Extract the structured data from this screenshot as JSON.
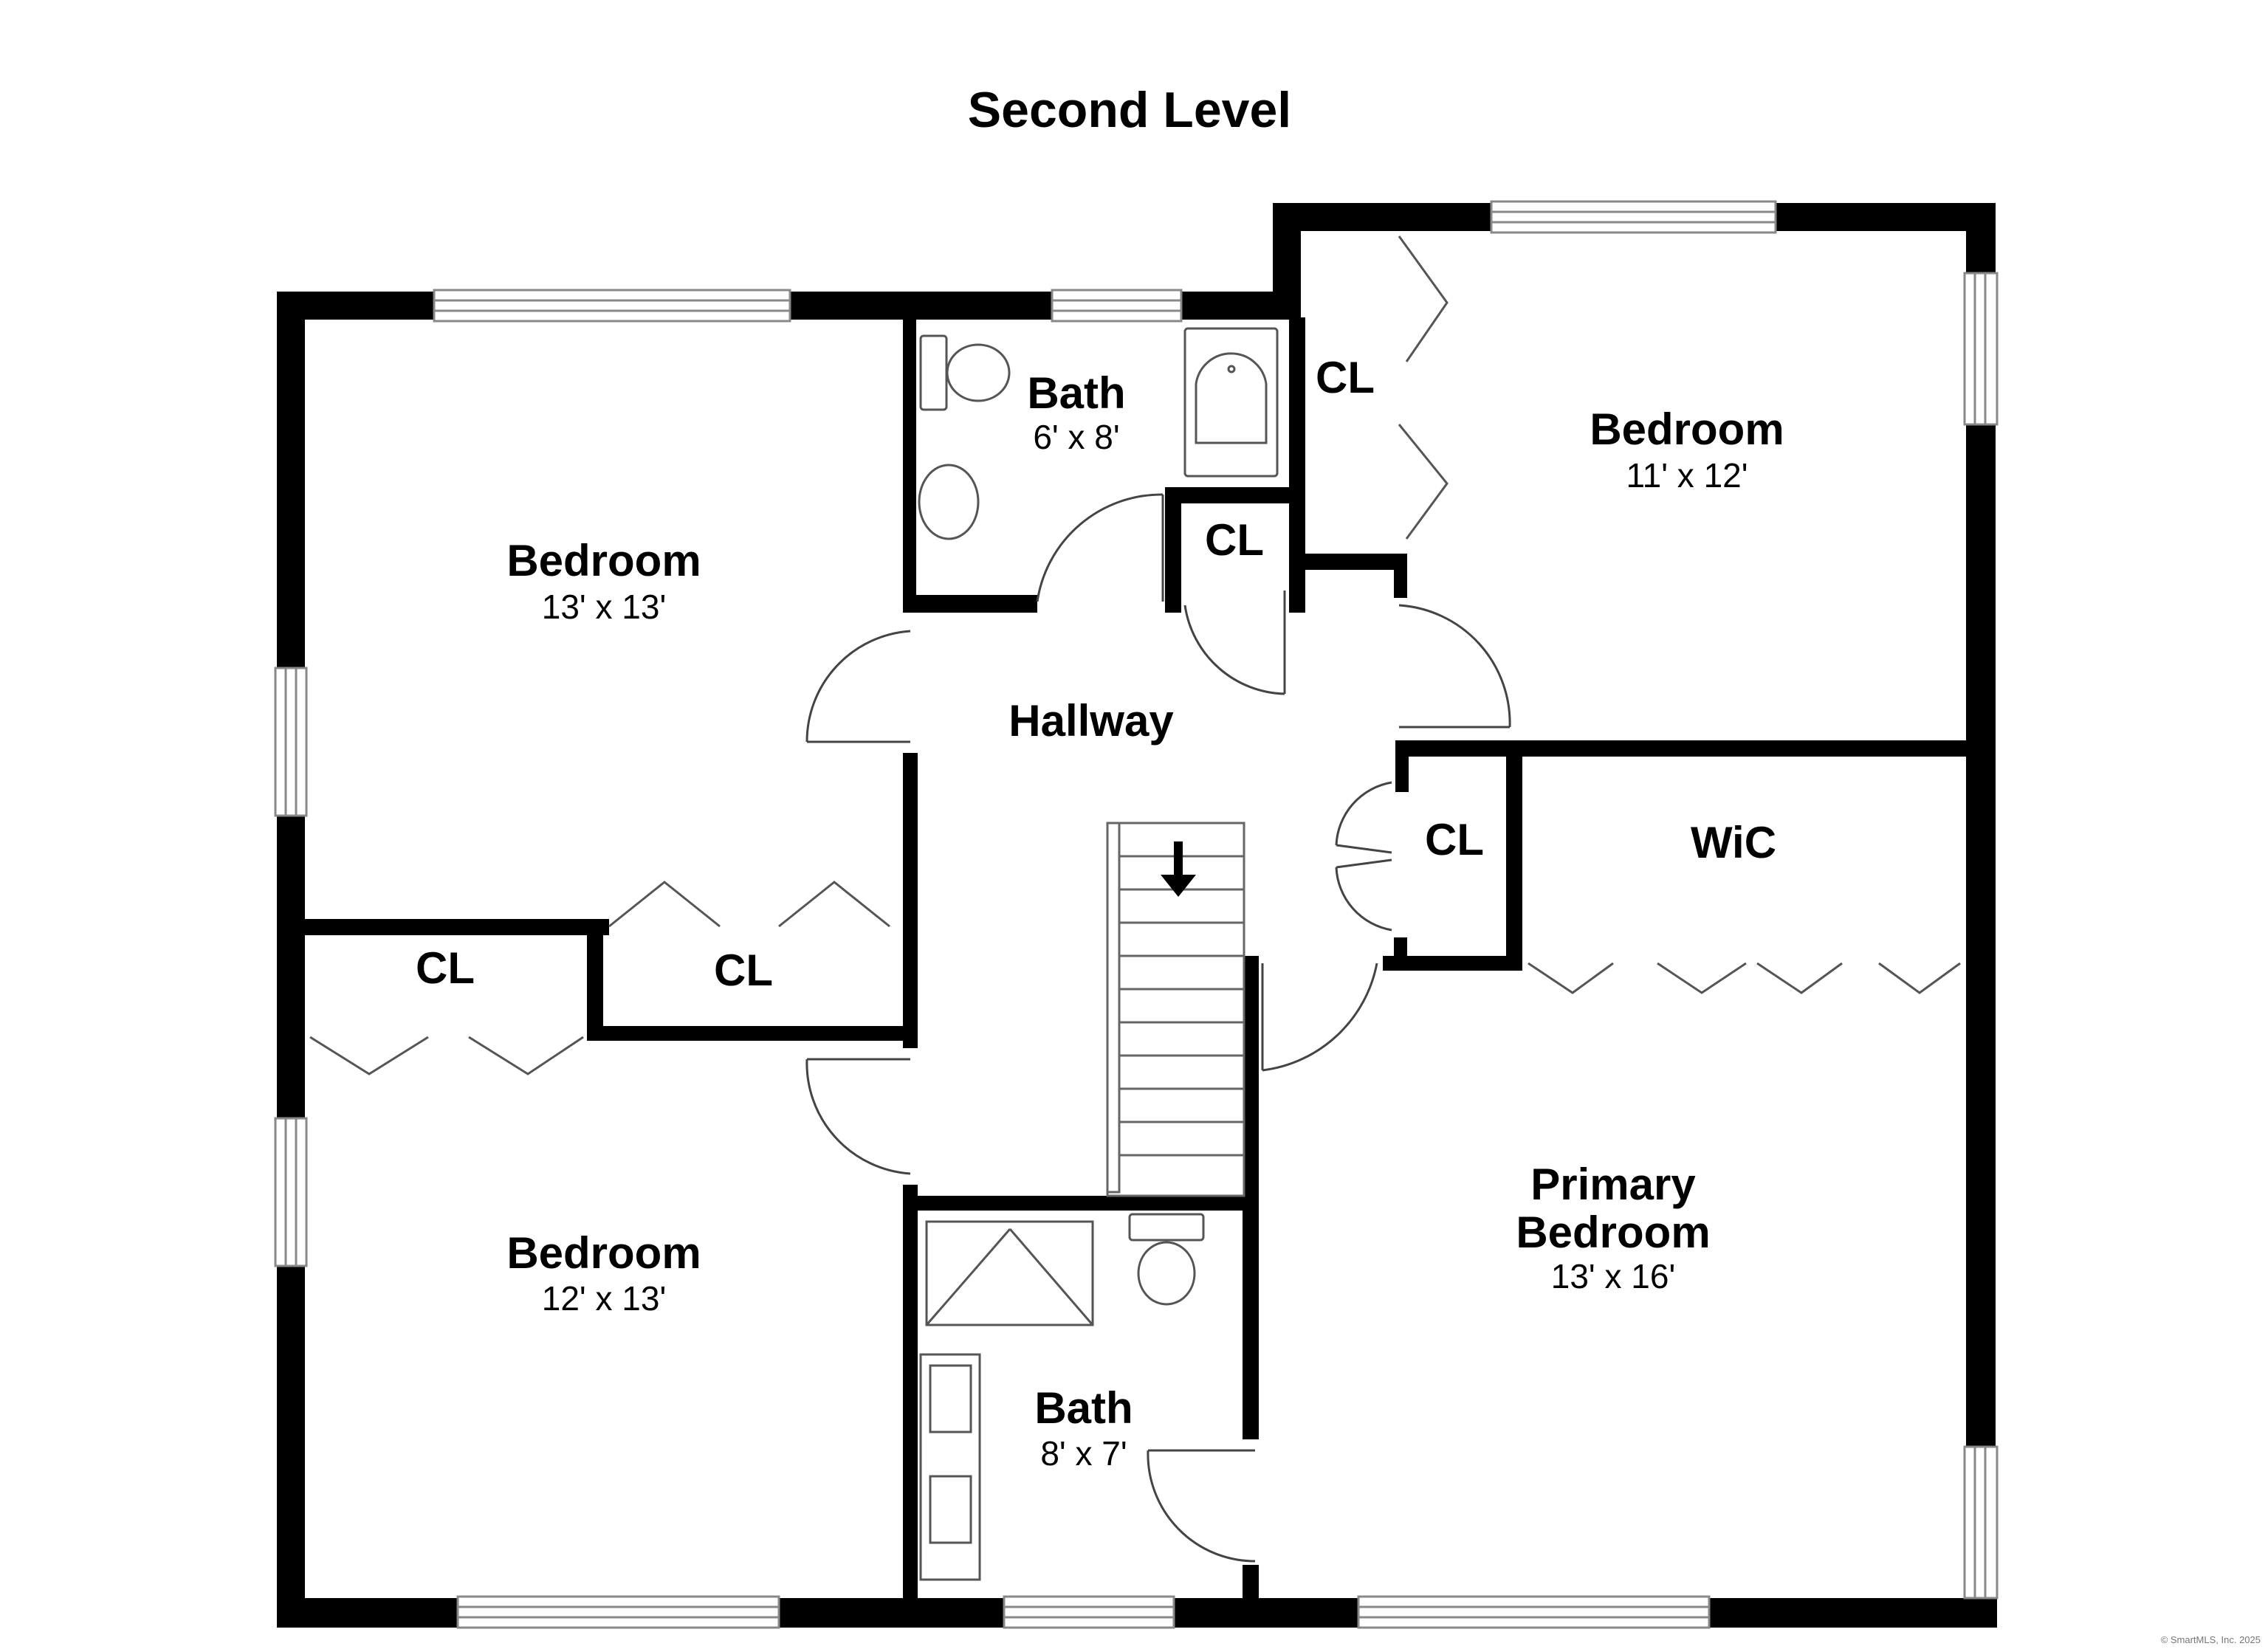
{
  "plan": {
    "title": "Second Level",
    "copyright": "© SmartMLS, Inc. 2025"
  },
  "rooms": {
    "bedroom_nw": {
      "name": "Bedroom",
      "dims": "13' x 13'"
    },
    "bath_north": {
      "name": "Bath",
      "dims": "6' x 8'"
    },
    "bedroom_ne": {
      "name": "Bedroom",
      "dims": "11' x 12'"
    },
    "hallway": {
      "name": "Hallway"
    },
    "wic": {
      "name": "WiC"
    },
    "bedroom_sw": {
      "name": "Bedroom",
      "dims": "12' x 13'"
    },
    "bath_south": {
      "name": "Bath",
      "dims": "8' x 7'"
    },
    "primary": {
      "name_line1": "Primary",
      "name_line2": "Bedroom",
      "dims": "13' x 16'"
    }
  },
  "closets": {
    "cl_ne_closet": "CL",
    "cl_hall_north": "CL",
    "cl_hall_east": "CL",
    "cl_west_upper": "CL",
    "cl_west_lower": "CL"
  },
  "colors": {
    "wall": "#000000",
    "background": "#ffffff",
    "fixture_stroke": "#555555"
  },
  "icons": {
    "stair_direction": "arrow-down-icon"
  }
}
